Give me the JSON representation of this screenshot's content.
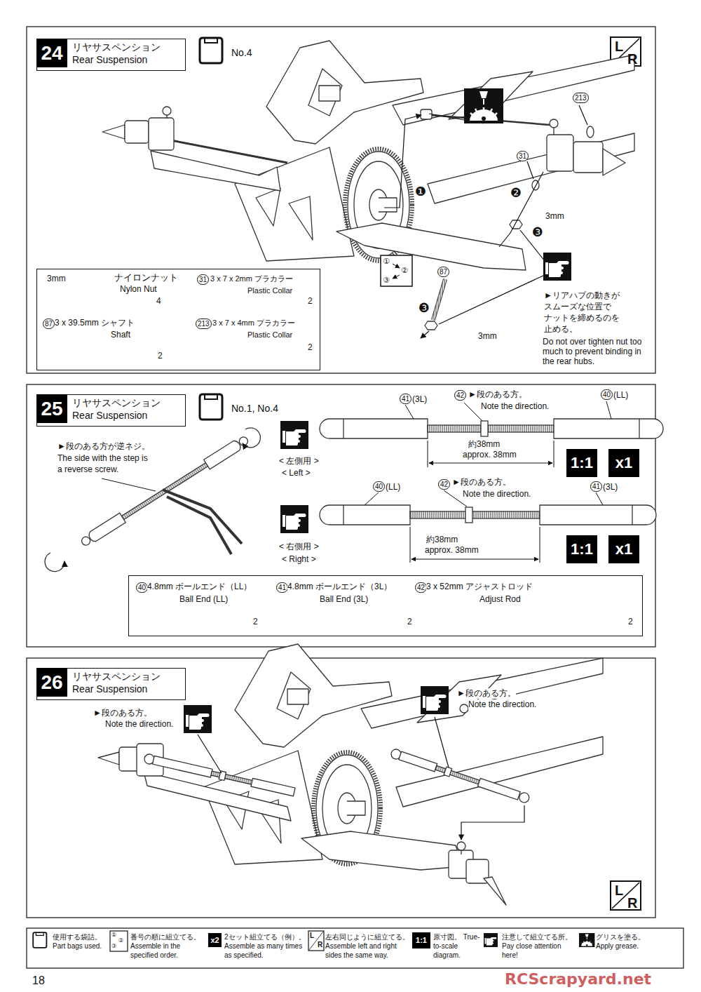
{
  "diagram": {
    "nodes": [
      {
        "text": [
          "24",
          "リヤサスペンション",
          "Rear Suspension"
        ]
      },
      {
        "text": [
          "3mm",
          "ナイロンナット",
          "Nylon Nut",
          "4",
          "87",
          "3 x 39.5mm シャフト",
          "Shaft",
          "2",
          "31",
          "3 x 7 x 2mm プラカラー",
          "Plastic Collar",
          "2",
          "213",
          "3 x 7 x 4mm プラカラー",
          "Plastic Collar",
          "2"
        ]
      },
      {
        "text": [
          "25",
          "リヤサスペンション",
          "Rear Suspension"
        ]
      },
      {
        "text": [
          "40",
          "4.8mm ボールエンド（LL）",
          "Ball End (LL)",
          "2",
          "41",
          "4.8mm ボールエンド（3L）",
          "Ball End (3L)",
          "2",
          "42",
          "3 x 52mm アジャストロッド",
          "Adjust Rod",
          "2"
        ]
      },
      {
        "text": [
          "26",
          "リヤサスペンション",
          "Rear Suspension"
        ]
      }
    ],
    "labels": [
      "No.4",
      "L",
      "R",
      "213",
      "31",
      "❶",
      "❷",
      "3mm",
      "❸",
      "①",
      "②",
      "③",
      "87",
      "❸",
      "3mm",
      "►リアハブの動きが スムーズな位置で ナットを締めるのを 止める。",
      "Do not over tighten nut too much to prevent binding in the rear hubs.",
      "No.1, No.4",
      "►段のある方が逆ネジ。",
      "The side with the step is a reverse screw.",
      "41",
      "(3L)",
      "42",
      "►段のある方。",
      "Note the direction.",
      "40",
      "(LL)",
      "< 左側用 >",
      "< Left >",
      "約38mm",
      "approx. 38mm",
      "1:1",
      "x1",
      "40",
      "(LL)",
      "42",
      "►段のある方。",
      "Note the direction.",
      "41",
      "(3L)",
      "< 右側用 >",
      "< Right >",
      "約38mm",
      "approx. 38mm",
      "1:1",
      "x1",
      "►段のある方。",
      "Note the direction.",
      "►段のある方。",
      "Note the direction.",
      "L",
      "R",
      "①",
      "②",
      "③",
      "x2",
      "L",
      "R",
      "1:1",
      "18",
      "RCScrapyard.net"
    ],
    "legend": [
      {
        "text": "使用する袋詰。 Part bags used."
      },
      {
        "text": "番号の順に組立てる。 Assemble in the specified order."
      },
      {
        "text": "2セット組立てる（例）。 Assemble as many times as specified."
      },
      {
        "text": "左右同じように組立てる。 Assemble left and right sides the same way."
      },
      {
        "text": "原寸図。 True-to-scale diagram."
      },
      {
        "text": "注意して組立てる所。 Pay close attention here!"
      },
      {
        "text": "グリスを塗る。 Apply grease."
      }
    ]
  }
}
